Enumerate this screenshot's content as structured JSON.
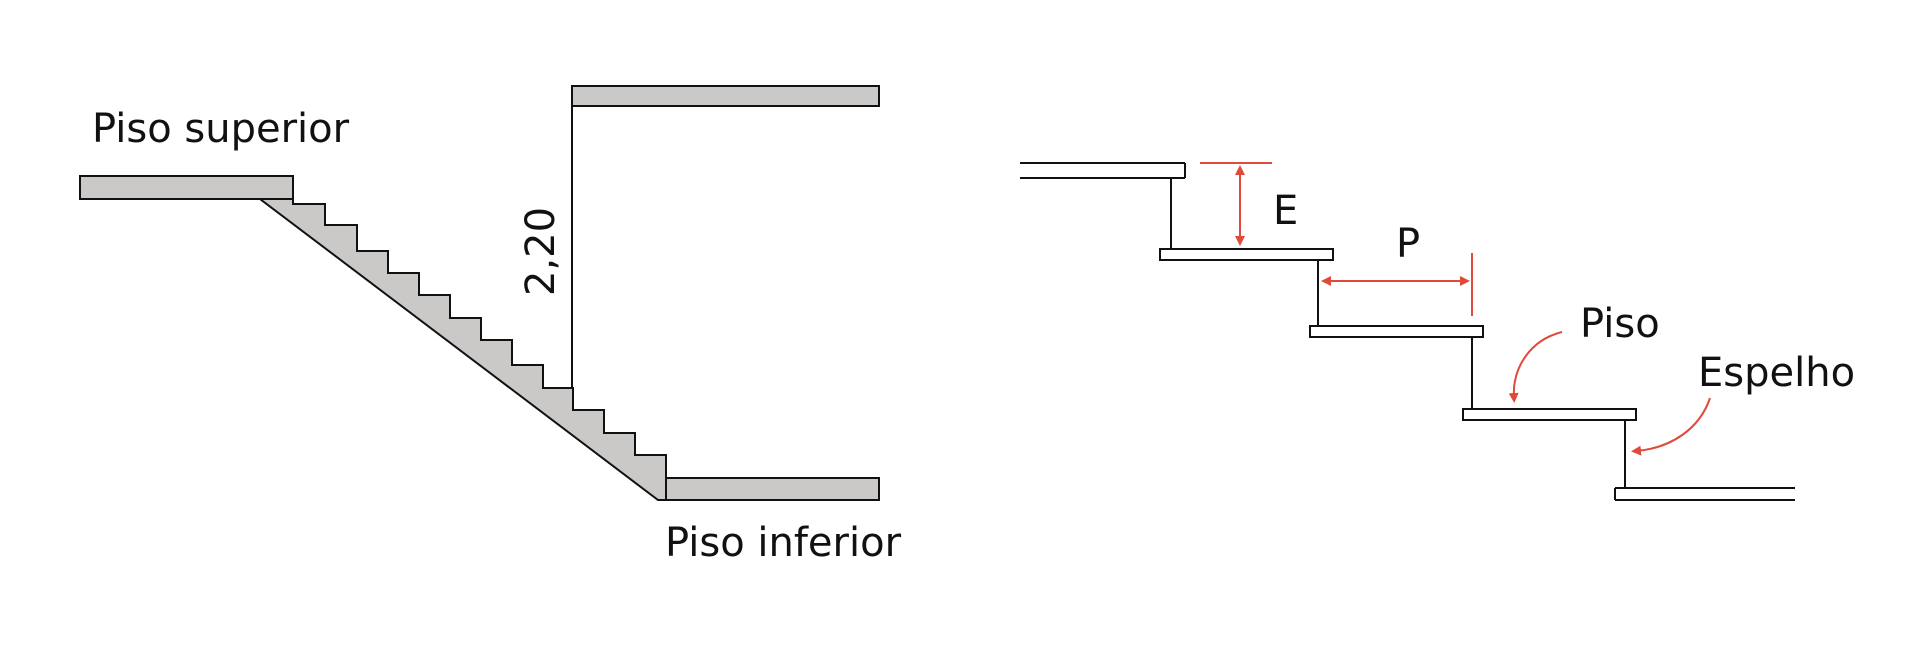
{
  "left_diagram": {
    "upper_floor_label": "Piso superior",
    "lower_floor_label": "Piso inferior",
    "headroom_label": "2,20"
  },
  "right_diagram": {
    "riser_height_label": "E",
    "tread_depth_label": "P",
    "tread_label": "Piso",
    "riser_label": "Espelho"
  },
  "colors": {
    "slab_fill": "#cbc8c8",
    "outline": "#111111",
    "annotation": "#e04a3a"
  }
}
